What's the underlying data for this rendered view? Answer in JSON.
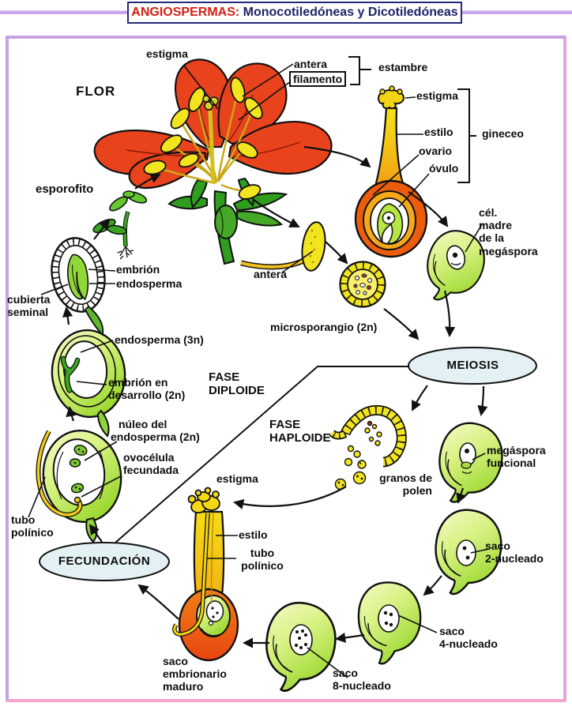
{
  "title": {
    "part1": "ANGIOSPERMAS:",
    "part2": " Monocotiledóneas y Dicotiledóneas"
  },
  "labels": {
    "flor": "FLOR",
    "estigma_flor": "estigma",
    "antera_estambre": "antera",
    "filamento": "filamento",
    "estambre": "estambre",
    "estigma_gineceo": "estigma",
    "estilo_gineceo": "estilo",
    "ovario": "ovario",
    "ovulo": "óvulo",
    "gineceo": "gineceo",
    "cel_madre_megaspora": "cél.\nmadre\nde la\nmegáspora",
    "esporofito": "esporofito",
    "embrion": "embrión",
    "endosperma": "endosperma",
    "cubierta_seminal": "cubierta\nseminal",
    "antera": "antera",
    "microsporangio": "microsporangio (2n)",
    "meiosis": "MEIOSIS",
    "endosperma_3n": "endosperma (3n)",
    "embrion_desarrollo": "embrión en\ndesarrollo (2n)",
    "fase_diploide": "FASE\nDIPLOIDE",
    "fase_haploide": "FASE\nHAPLOIDE",
    "nucleo_endosperma": "núleo del\nendosperma (2n)",
    "ovocelula_fecundada": "ovocélula\nfecundada",
    "estigma_polinizado": "estigma",
    "granos_de_polen": "granos de\npolen",
    "megaspora_funcional": "megáspora\nfuncional",
    "tubo_polinico_izquierda": "tubo\npolínico",
    "fecundacion": "FECUNDACIÓN",
    "estilo_polinizado": "estilo",
    "tubo_polinico": "tubo\npolínico",
    "saco_2_nucleado": "saco\n2-nucleado",
    "saco_4_nucleado": "saco\n4-nucleado",
    "saco_8_nucleado": "saco\n8-nucleado",
    "saco_embrionario_maduro": "saco\nembrionario\nmaduro"
  },
  "colors": {
    "petal_red": "#e8431c",
    "anther_yellow": "#f2e41f",
    "leaf_green": "#3aa322",
    "ovule_green_light": "#f4fbc8",
    "ovule_green_dark": "#9cd830",
    "pistil_orange": "#ec5c0e",
    "process_oval_fill": "#e4f1f4",
    "frame_lavender": "#c7a2e2",
    "frame_pink": "#f2a4cc",
    "title_red": "#d42015",
    "title_blue": "#1d2366"
  }
}
